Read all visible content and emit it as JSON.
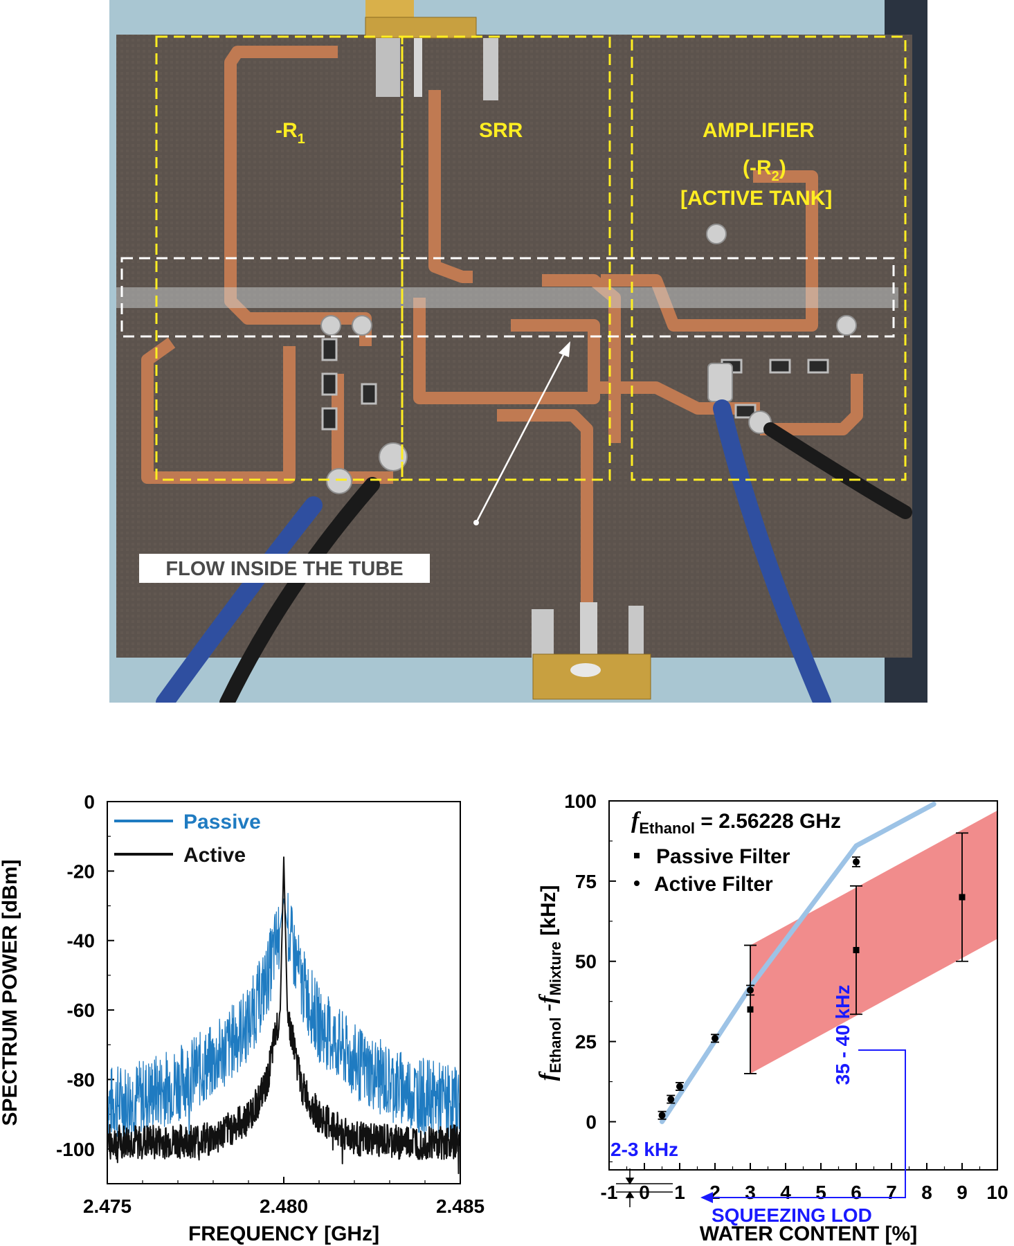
{
  "photo": {
    "labels": {
      "r1": "-R",
      "r1_sub": "1",
      "srr": "SRR",
      "amplifier": "AMPLIFIER",
      "r2": "(-R",
      "r2_sub": "2",
      "r2_close": ")",
      "active_tank": "[ACTIVE TANK]",
      "flow": "FLOW INSIDE THE TUBE"
    },
    "colors": {
      "board": "#5c534d",
      "copper": "#c07a52",
      "foam": "#a9c6d2",
      "box_yellow": "#ffee22",
      "box_white": "#ffffff",
      "gold": "#c8a040",
      "wire_blue": "#2f4fa0",
      "wire_black": "#1a1a1a"
    }
  },
  "chart_data": [
    {
      "type": "line",
      "xlabel": "FREQUENCY [GHz]",
      "ylabel": "SPECTRUM POWER [dBm]",
      "xlim": [
        2.475,
        2.485
      ],
      "ylim": [
        -110,
        0
      ],
      "x_ticks": [
        "2.475",
        "2.480",
        "2.485"
      ],
      "y_ticks": [
        "0",
        "-20",
        "-40",
        "-60",
        "-80",
        "-100"
      ],
      "legend": {
        "placement": "top-left",
        "entries": [
          "Passive",
          "Active"
        ]
      },
      "series": [
        {
          "name": "Passive",
          "color": "#1f7bc1",
          "points": [
            [
              2.475,
              -87
            ],
            [
              2.476,
              -85
            ],
            [
              2.477,
              -81
            ],
            [
              2.478,
              -75
            ],
            [
              2.479,
              -64
            ],
            [
              2.4795,
              -52
            ],
            [
              2.4799,
              -36
            ],
            [
              2.48,
              -28
            ],
            [
              2.4801,
              -36
            ],
            [
              2.4805,
              -52
            ],
            [
              2.481,
              -64
            ],
            [
              2.482,
              -75
            ],
            [
              2.483,
              -81
            ],
            [
              2.484,
              -85
            ],
            [
              2.485,
              -87
            ]
          ]
        },
        {
          "name": "Active",
          "color": "#111111",
          "points": [
            [
              2.475,
              -98
            ],
            [
              2.477,
              -98
            ],
            [
              2.478,
              -97
            ],
            [
              2.479,
              -91
            ],
            [
              2.4795,
              -82
            ],
            [
              2.4799,
              -60
            ],
            [
              2.48,
              -16
            ],
            [
              2.4801,
              -60
            ],
            [
              2.4805,
              -82
            ],
            [
              2.481,
              -91
            ],
            [
              2.482,
              -97
            ],
            [
              2.483,
              -98
            ],
            [
              2.485,
              -98
            ]
          ]
        }
      ]
    },
    {
      "type": "scatter",
      "xlabel": "WATER CONTENT [%]",
      "ylabel_main": "f",
      "ylabel_sub1": "Ethanol",
      "ylabel_mid": " -f",
      "ylabel_sub2": "Mixture",
      "ylabel_unit": " [kHz]",
      "xlim": [
        -1,
        10
      ],
      "ylim": [
        -15,
        100
      ],
      "x_ticks": [
        "-1",
        "0",
        "1",
        "2",
        "3",
        "4",
        "5",
        "6",
        "7",
        "8",
        "9",
        "10"
      ],
      "y_ticks": [
        "0",
        "25",
        "50",
        "75",
        "100"
      ],
      "title_main": "f",
      "title_sub": "Ethanol",
      "title_rest": " = 2.56228 GHz",
      "legend": {
        "placement": "top-left",
        "entries": [
          "Passive Filter",
          "Active Filter"
        ]
      },
      "series": [
        {
          "name": "Passive Filter",
          "marker": "square",
          "x": [
            3,
            6,
            9
          ],
          "y": [
            35,
            53.5,
            70
          ],
          "err": [
            20,
            20,
            20
          ]
        },
        {
          "name": "Active Filter",
          "marker": "circle",
          "x": [
            0.5,
            0.75,
            1,
            2,
            3,
            6
          ],
          "y": [
            2,
            7,
            11,
            26,
            41,
            81
          ],
          "err": [
            1.2,
            1.2,
            1.2,
            1.2,
            1.5,
            1.5
          ]
        }
      ],
      "fit_line": {
        "color": "#9dc3e6",
        "points": [
          [
            0.5,
            0
          ],
          [
            3,
            42
          ],
          [
            6,
            86
          ],
          [
            8.2,
            99
          ]
        ]
      },
      "band": {
        "color": "#f08080",
        "lower": [
          [
            3,
            15
          ],
          [
            10,
            57
          ]
        ],
        "upper": [
          [
            3,
            55
          ],
          [
            10,
            97
          ]
        ]
      },
      "annotations": {
        "passive_range": "35 - 40 kHz",
        "active_range": "2-3 kHz",
        "lod": "SQUEEZING LOD",
        "annotation_color": "#1a1aff"
      }
    }
  ]
}
